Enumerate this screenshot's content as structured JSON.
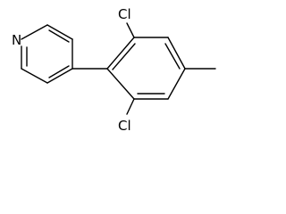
{
  "molecule": {
    "atoms": {
      "n1": "N",
      "cl_top": "Cl",
      "cl_bottom": "Cl"
    }
  }
}
